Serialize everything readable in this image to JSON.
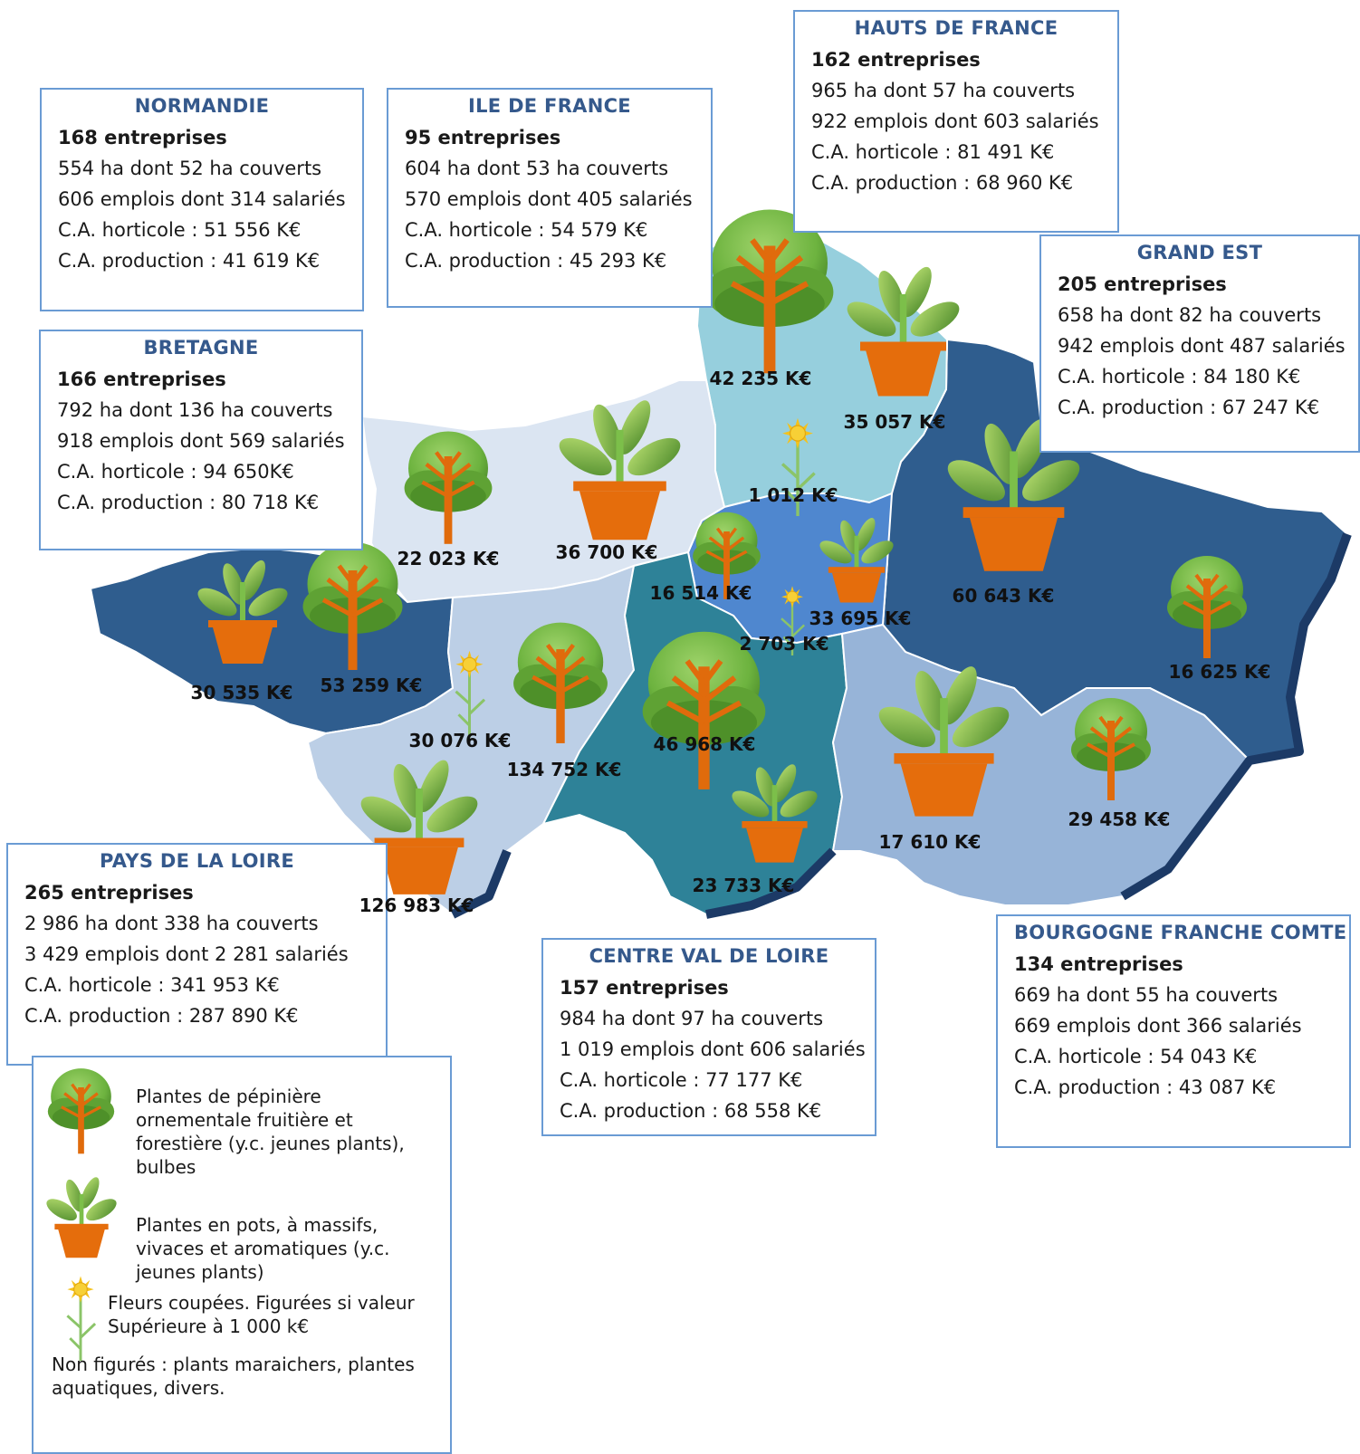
{
  "regions": [
    {
      "id": "normandie",
      "name": "NORMANDIE",
      "entreprises": "168 entreprises",
      "surface": "554 ha dont 52 ha couverts",
      "emplois": "606 emplois dont 314 salariés",
      "ca_horticole": "C.A. horticole : 51 556 K€",
      "ca_production": "C.A. production : 41 619 K€"
    },
    {
      "id": "ile-de-france",
      "name": "ILE DE FRANCE",
      "entreprises": "95 entreprises",
      "surface": "604 ha dont 53 ha couverts",
      "emplois": "570 emplois dont 405 salariés",
      "ca_horticole": "C.A. horticole : 54 579 K€",
      "ca_production": "C.A. production : 45 293 K€"
    },
    {
      "id": "hauts-de-france",
      "name": "HAUTS DE FRANCE",
      "entreprises": "162 entreprises",
      "surface": "965 ha dont 57 ha couverts",
      "emplois": "922 emplois dont 603 salariés",
      "ca_horticole": "C.A. horticole : 81 491 K€",
      "ca_production": "C.A. production : 68 960 K€"
    },
    {
      "id": "grand-est",
      "name": "GRAND EST",
      "entreprises": "205 entreprises",
      "surface": "658 ha dont 82 ha couverts",
      "emplois": "942 emplois dont 487 salariés",
      "ca_horticole": "C.A. horticole : 84 180 K€",
      "ca_production": "C.A. production : 67 247 K€"
    },
    {
      "id": "bretagne",
      "name": "BRETAGNE",
      "entreprises": "166 entreprises",
      "surface": "792 ha dont 136 ha couverts",
      "emplois": "918 emplois dont 569 salariés",
      "ca_horticole": "C.A. horticole : 94 650K€",
      "ca_production": "C.A. production : 80 718 K€"
    },
    {
      "id": "pays-de-la-loire",
      "name": "PAYS DE LA LOIRE",
      "entreprises": "265 entreprises",
      "surface": "2 986 ha dont 338 ha couverts",
      "emplois": "3 429 emplois dont 2 281 salariés",
      "ca_horticole": "C.A. horticole : 341 953 K€",
      "ca_production": "C.A. production : 287 890 K€"
    },
    {
      "id": "centre-val-de-loire",
      "name": "CENTRE VAL DE LOIRE",
      "entreprises": "157 entreprises",
      "surface": "984 ha dont 97 ha couverts",
      "emplois": "1 019 emplois dont 606 salariés",
      "ca_horticole": "C.A. horticole : 77 177 K€",
      "ca_production": "C.A. production : 68 558 K€"
    },
    {
      "id": "bourgogne-franche-comte",
      "name": "BOURGOGNE FRANCHE COMTE",
      "entreprises": "134 entreprises",
      "surface": "669 ha dont 55 ha couverts",
      "emplois": "669 emplois dont 366 salariés",
      "ca_horticole": "C.A. horticole : 54 043 K€",
      "ca_production": "C.A. production : 43 087 K€"
    }
  ],
  "markers": [
    {
      "type": "tree",
      "value": "42 235 K€"
    },
    {
      "type": "pot",
      "value": "35 057 K€"
    },
    {
      "type": "flower",
      "value": "1 012 K€"
    },
    {
      "type": "tree",
      "value": "22 023 K€"
    },
    {
      "type": "pot",
      "value": "36 700 K€"
    },
    {
      "type": "pot",
      "value": "60 643 K€"
    },
    {
      "type": "tree",
      "value": "16 514 K€"
    },
    {
      "type": "pot",
      "value": "33 695 K€"
    },
    {
      "type": "flower",
      "value": "2 703 K€"
    },
    {
      "type": "tree",
      "value": "16 625 K€"
    },
    {
      "type": "pot",
      "value": "30 535 K€"
    },
    {
      "type": "tree",
      "value": "53 259 K€"
    },
    {
      "type": "flower",
      "value": "30 076 K€"
    },
    {
      "type": "tree",
      "value": "134 752 K€"
    },
    {
      "type": "tree",
      "value": "46 968 K€"
    },
    {
      "type": "pot",
      "value": "17 610 K€"
    },
    {
      "type": "tree",
      "value": "29 458 K€"
    },
    {
      "type": "pot",
      "value": "126 983 K€"
    },
    {
      "type": "pot",
      "value": "23 733 K€"
    }
  ],
  "legend": {
    "tree": "Plantes de pépinière ornementale fruitière et forestière (y.c. jeunes plants), bulbes",
    "pot": "Plantes en pots, à massifs, vivaces et aromatiques (y.c. jeunes plants)",
    "flower": "Fleurs coupées. Figurées si valeur Supérieure à 1 000 k€",
    "not_shown": "Non figurés : plants maraichers, plantes aquatiques, divers."
  },
  "colors": {
    "normandie": "#dbe5f2",
    "bretagne": "#2f5d8e",
    "pays_de_la_loire": "#bccfe6",
    "centre_val_de_loire": "#2e8298",
    "ile_de_france": "#4f87cf",
    "hauts_de_france": "#96cfdd",
    "grand_est": "#2f5d8e",
    "bourgogne_franche_comte": "#97b4d8",
    "coast": "#1c3a66",
    "box_border": "#6a9bd4",
    "region_title": "#35598c",
    "tree_crown": "#6db33f",
    "trunk": "#e06b0c",
    "pot": "#e56d0c",
    "leaf": "#5e9a35",
    "flower": "#f4c21c"
  }
}
